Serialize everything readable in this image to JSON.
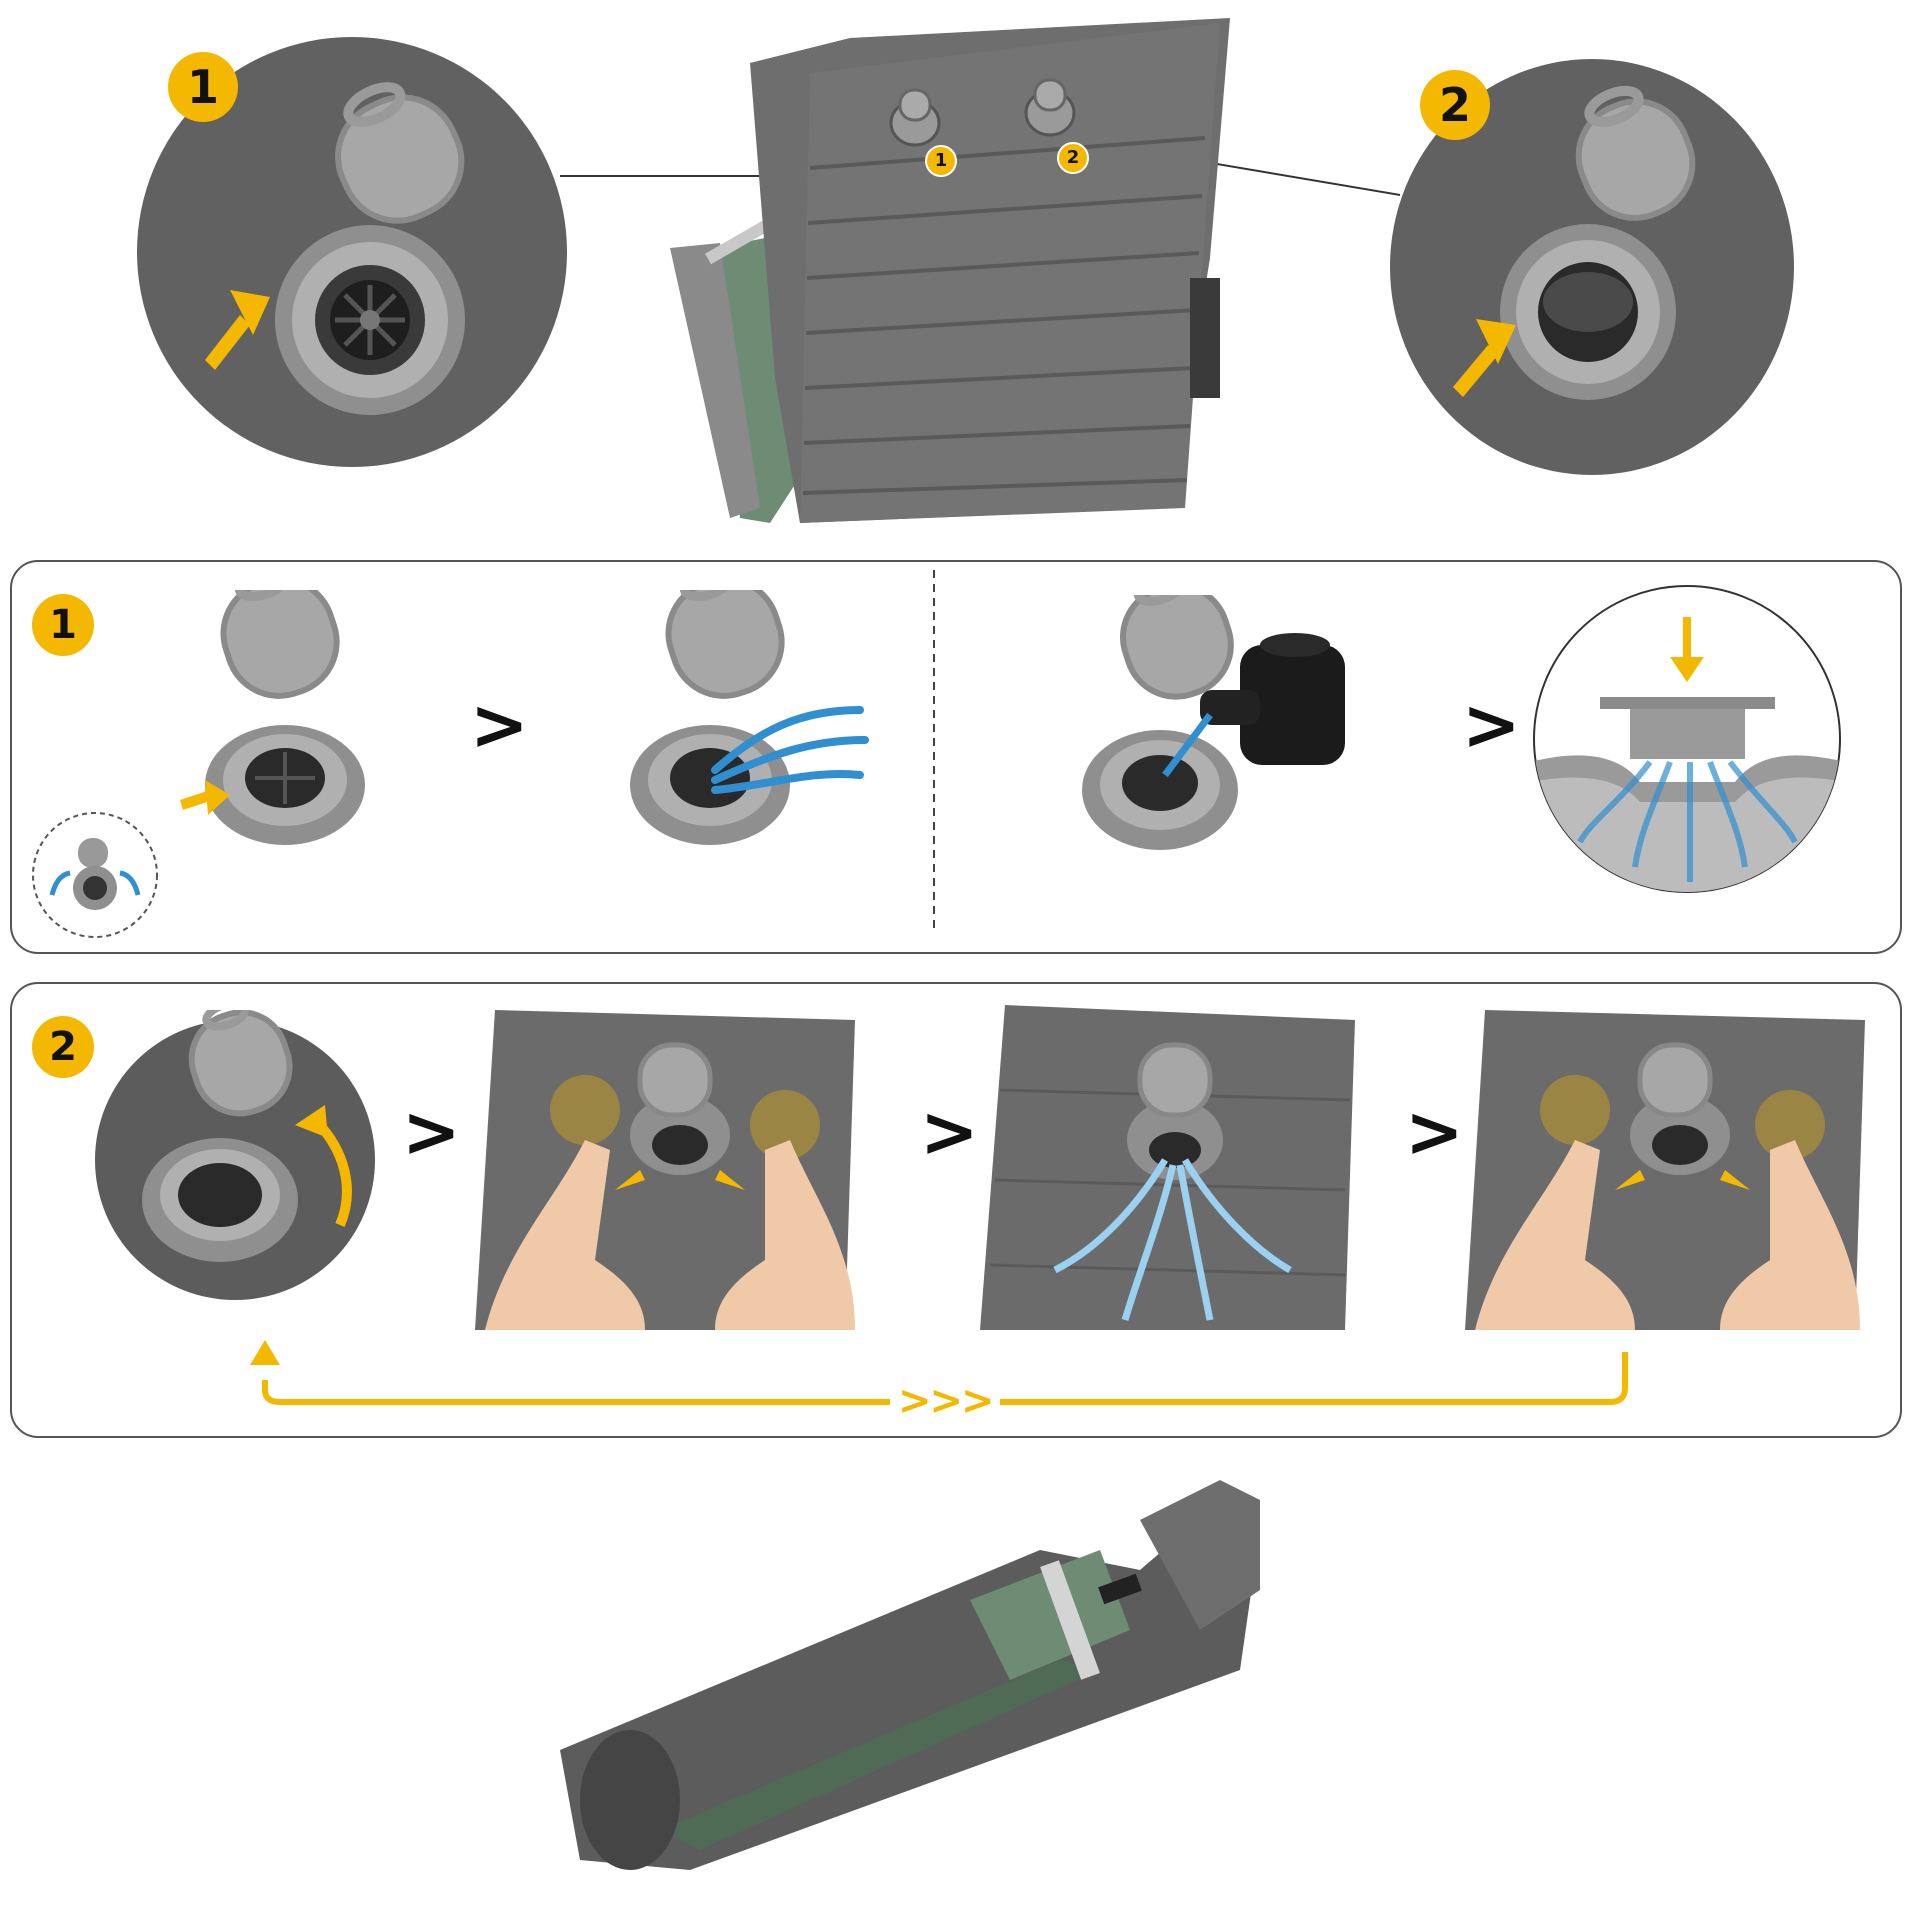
{
  "top": {
    "badge_left": "1",
    "badge_right": "2",
    "mat_valve_label_1": "1",
    "mat_valve_label_2": "2"
  },
  "panel_1": {
    "badge": "1"
  },
  "panel_2": {
    "badge": "2",
    "loop_arrow_label": ">>>"
  },
  "chevron": ">",
  "colors": {
    "accent_yellow": "#f5b800",
    "mat_gray": "#6b6b6b",
    "mat_green": "#5c7a62",
    "airflow_blue": "#2f8fd0",
    "panel_border": "#555555"
  }
}
